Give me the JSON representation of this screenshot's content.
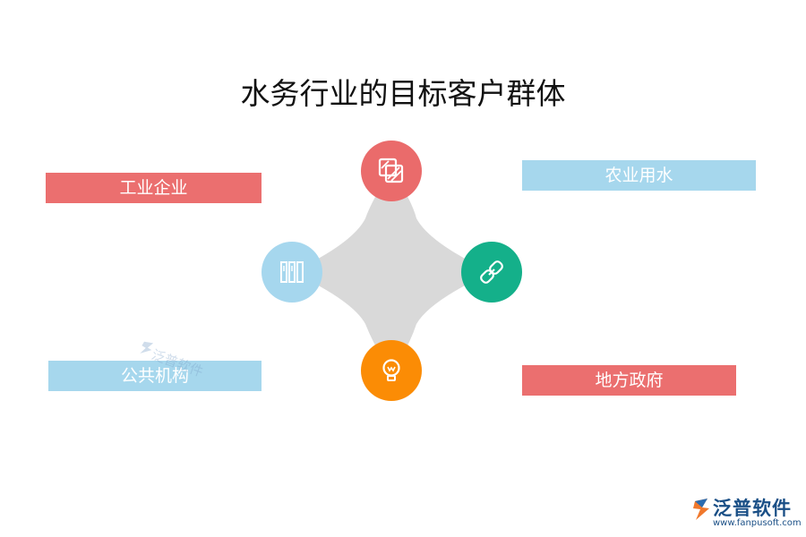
{
  "title": "水务行业的目标客户群体",
  "labels": {
    "industrial": "工业企业",
    "agricultural": "农业用水",
    "public": "公共机构",
    "government": "地方政府"
  },
  "icons": {
    "top": "layers-icon",
    "left": "books-icon",
    "right": "link-icon",
    "bottom": "lightbulb-icon"
  },
  "colors": {
    "red": "#eb6f6f",
    "blue": "#a6d7ed",
    "green": "#14b08a",
    "orange": "#fb8c05",
    "star": "#d9d9d9"
  },
  "logo": {
    "name": "泛普软件",
    "url": "www.fanpusoft.com"
  },
  "watermark": "泛普软件"
}
